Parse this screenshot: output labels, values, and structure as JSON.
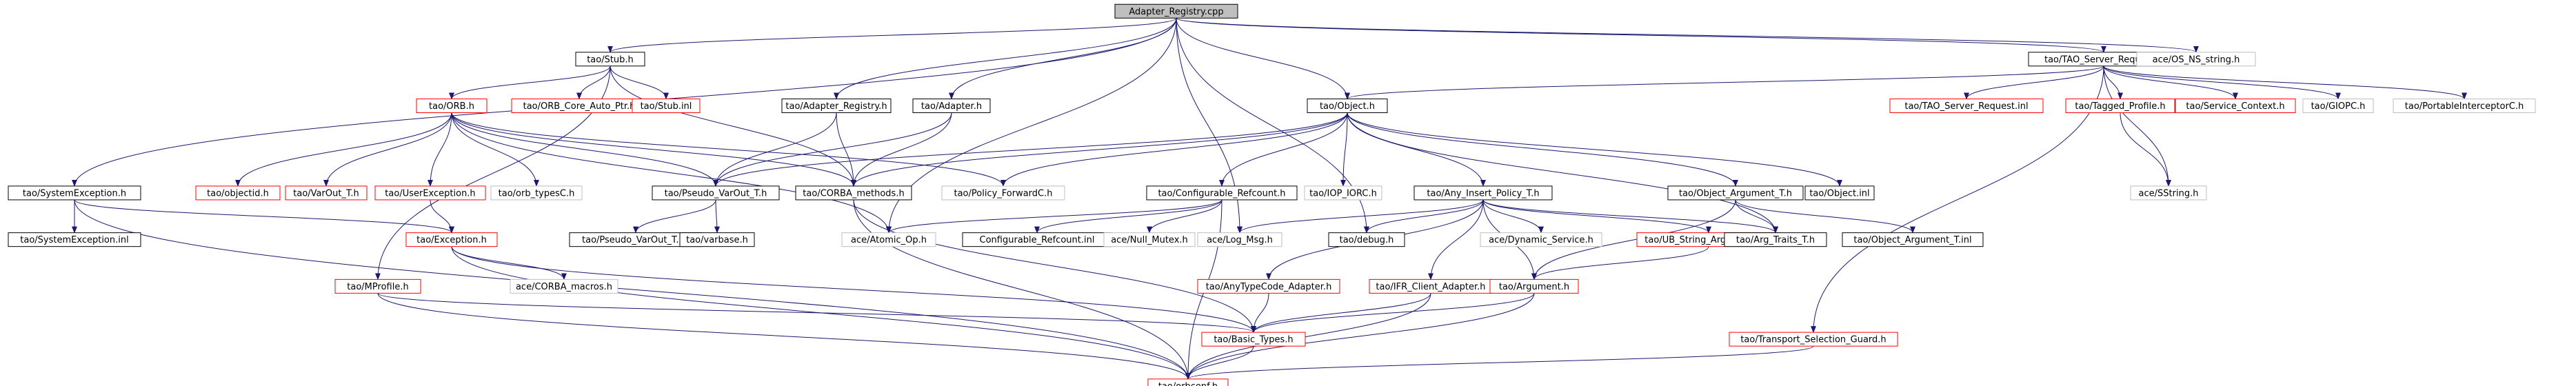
{
  "palette": {
    "edge": "#191970",
    "box_red": "#ff0000",
    "box_black": "#000000",
    "box_gray": "#bfbfbf",
    "root_fill": "#bfbfbf",
    "text": "#000000"
  },
  "nodes": [
    {
      "id": "root",
      "label": "Adapter_Registry.cpp",
      "style": "root"
    },
    {
      "id": "stub",
      "label": "tao/Stub.h",
      "style": "black"
    },
    {
      "id": "tsr",
      "label": "tao/TAO_Server_Request.h",
      "style": "black"
    },
    {
      "id": "osns",
      "label": "ace/OS_NS_string.h",
      "style": "gray"
    },
    {
      "id": "orbh",
      "label": "tao/ORB.h",
      "style": "red"
    },
    {
      "id": "orbcore",
      "label": "tao/ORB_Core_Auto_Ptr.h",
      "style": "red"
    },
    {
      "id": "stubinl",
      "label": "tao/Stub.inl",
      "style": "red"
    },
    {
      "id": "adreg",
      "label": "tao/Adapter_Registry.h",
      "style": "black"
    },
    {
      "id": "adapter",
      "label": "tao/Adapter.h",
      "style": "black"
    },
    {
      "id": "objh",
      "label": "tao/Object.h",
      "style": "black"
    },
    {
      "id": "tsrinl",
      "label": "tao/TAO_Server_Request.inl",
      "style": "red"
    },
    {
      "id": "tagged",
      "label": "tao/Tagged_Profile.h",
      "style": "red"
    },
    {
      "id": "svcctx",
      "label": "tao/Service_Context.h",
      "style": "red"
    },
    {
      "id": "giopc",
      "label": "tao/GIOPC.h",
      "style": "gray"
    },
    {
      "id": "pic",
      "label": "tao/PortableInterceptorC.h",
      "style": "gray"
    },
    {
      "id": "sysexc",
      "label": "tao/SystemException.h",
      "style": "black"
    },
    {
      "id": "objid",
      "label": "tao/objectid.h",
      "style": "red"
    },
    {
      "id": "varout",
      "label": "tao/VarOut_T.h",
      "style": "red"
    },
    {
      "id": "userexc",
      "label": "tao/UserException.h",
      "style": "red"
    },
    {
      "id": "orbtypes",
      "label": "tao/orb_typesC.h",
      "style": "gray"
    },
    {
      "id": "pseudo",
      "label": "tao/Pseudo_VarOut_T.h",
      "style": "black"
    },
    {
      "id": "corbameth",
      "label": "tao/CORBA_methods.h",
      "style": "black"
    },
    {
      "id": "polfwd",
      "label": "tao/Policy_ForwardC.h",
      "style": "gray"
    },
    {
      "id": "confref",
      "label": "tao/Configurable_Refcount.h",
      "style": "black"
    },
    {
      "id": "iopior",
      "label": "tao/IOP_IORC.h",
      "style": "gray"
    },
    {
      "id": "anyins",
      "label": "tao/Any_Insert_Policy_T.h",
      "style": "black"
    },
    {
      "id": "objarg",
      "label": "tao/Object_Argument_T.h",
      "style": "black"
    },
    {
      "id": "objinl",
      "label": "tao/Object.inl",
      "style": "black"
    },
    {
      "id": "sstring",
      "label": "ace/SString.h",
      "style": "gray"
    },
    {
      "id": "sysexcinl",
      "label": "tao/SystemException.inl",
      "style": "black"
    },
    {
      "id": "exch",
      "label": "tao/Exception.h",
      "style": "red"
    },
    {
      "id": "pseudoinl",
      "label": "tao/Pseudo_VarOut_T.inl",
      "style": "black"
    },
    {
      "id": "varbase",
      "label": "tao/varbase.h",
      "style": "black"
    },
    {
      "id": "atomic",
      "label": "ace/Atomic_Op.h",
      "style": "gray"
    },
    {
      "id": "confrefinl",
      "label": "Configurable_Refcount.inl",
      "style": "black"
    },
    {
      "id": "nullmutex",
      "label": "ace/Null_Mutex.h",
      "style": "gray"
    },
    {
      "id": "logmsg",
      "label": "ace/Log_Msg.h",
      "style": "gray"
    },
    {
      "id": "debug",
      "label": "tao/debug.h",
      "style": "black"
    },
    {
      "id": "dynsvc",
      "label": "ace/Dynamic_Service.h",
      "style": "gray"
    },
    {
      "id": "ubstr",
      "label": "tao/UB_String_Argument_T.h",
      "style": "red"
    },
    {
      "id": "argtraits",
      "label": "tao/Arg_Traits_T.h",
      "style": "black"
    },
    {
      "id": "objarginl",
      "label": "tao/Object_Argument_T.inl",
      "style": "black"
    },
    {
      "id": "corbamacros",
      "label": "ace/CORBA_macros.h",
      "style": "gray"
    },
    {
      "id": "mprofile",
      "label": "tao/MProfile.h",
      "style": "red"
    },
    {
      "id": "anytc",
      "label": "tao/AnyTypeCode_Adapter.h",
      "style": "red"
    },
    {
      "id": "ifrclient",
      "label": "tao/IFR_Client_Adapter.h",
      "style": "red"
    },
    {
      "id": "argument",
      "label": "tao/Argument.h",
      "style": "red"
    },
    {
      "id": "basictypes",
      "label": "tao/Basic_Types.h",
      "style": "red"
    },
    {
      "id": "tsg",
      "label": "tao/Transport_Selection_Guard.h",
      "style": "red"
    },
    {
      "id": "orbconf",
      "label": "tao/orbconf.h",
      "style": "red"
    }
  ],
  "edges": [
    [
      "root",
      "stub"
    ],
    [
      "root",
      "tsr"
    ],
    [
      "root",
      "osns"
    ],
    [
      "root",
      "sysexc"
    ],
    [
      "root",
      "adreg"
    ],
    [
      "root",
      "adapter"
    ],
    [
      "root",
      "objh"
    ],
    [
      "root",
      "debug"
    ],
    [
      "root",
      "logmsg"
    ],
    [
      "root",
      "atomic"
    ],
    [
      "stub",
      "orbh"
    ],
    [
      "stub",
      "orbcore"
    ],
    [
      "stub",
      "stubinl"
    ],
    [
      "stub",
      "mprofile"
    ],
    [
      "stub",
      "corbameth"
    ],
    [
      "tsr",
      "objh"
    ],
    [
      "tsr",
      "tsrinl"
    ],
    [
      "tsr",
      "tagged"
    ],
    [
      "tsr",
      "svcctx"
    ],
    [
      "tsr",
      "giopc"
    ],
    [
      "tsr",
      "pic"
    ],
    [
      "tsr",
      "sstring"
    ],
    [
      "tsr",
      "tsg"
    ],
    [
      "tagged",
      "sstring"
    ],
    [
      "orbh",
      "objid"
    ],
    [
      "orbh",
      "varout"
    ],
    [
      "orbh",
      "userexc"
    ],
    [
      "orbh",
      "orbtypes"
    ],
    [
      "orbh",
      "pseudo"
    ],
    [
      "orbh",
      "corbameth"
    ],
    [
      "orbh",
      "polfwd"
    ],
    [
      "orbh",
      "atomic"
    ],
    [
      "adreg",
      "pseudo"
    ],
    [
      "adreg",
      "corbameth"
    ],
    [
      "adapter",
      "pseudo"
    ],
    [
      "adapter",
      "corbameth"
    ],
    [
      "objh",
      "pseudo"
    ],
    [
      "objh",
      "corbameth"
    ],
    [
      "objh",
      "polfwd"
    ],
    [
      "objh",
      "confref"
    ],
    [
      "objh",
      "iopior"
    ],
    [
      "objh",
      "anyins"
    ],
    [
      "objh",
      "objarg"
    ],
    [
      "objh",
      "objinl"
    ],
    [
      "objh",
      "argtraits"
    ],
    [
      "sysexc",
      "sysexcinl"
    ],
    [
      "sysexc",
      "exch"
    ],
    [
      "sysexc",
      "orbconf"
    ],
    [
      "userexc",
      "exch"
    ],
    [
      "pseudo",
      "pseudoinl"
    ],
    [
      "pseudo",
      "varbase"
    ],
    [
      "corbameth",
      "basictypes"
    ],
    [
      "corbameth",
      "orbconf"
    ],
    [
      "confref",
      "atomic"
    ],
    [
      "confref",
      "confrefinl"
    ],
    [
      "confref",
      "nullmutex"
    ],
    [
      "confref",
      "orbconf"
    ],
    [
      "anyins",
      "logmsg"
    ],
    [
      "anyins",
      "debug"
    ],
    [
      "anyins",
      "dynsvc"
    ],
    [
      "anyins",
      "ubstr"
    ],
    [
      "anyins",
      "argtraits"
    ],
    [
      "anyins",
      "anytc"
    ],
    [
      "anyins",
      "ifrclient"
    ],
    [
      "anyins",
      "argument"
    ],
    [
      "objarg",
      "argtraits"
    ],
    [
      "objarg",
      "objarginl"
    ],
    [
      "objarg",
      "argument"
    ],
    [
      "ubstr",
      "argument"
    ],
    [
      "exch",
      "corbamacros"
    ],
    [
      "exch",
      "basictypes"
    ],
    [
      "exch",
      "orbconf"
    ],
    [
      "mprofile",
      "basictypes"
    ],
    [
      "mprofile",
      "orbconf"
    ],
    [
      "anytc",
      "basictypes"
    ],
    [
      "ifrclient",
      "basictypes"
    ],
    [
      "ifrclient",
      "orbconf"
    ],
    [
      "argument",
      "basictypes"
    ],
    [
      "argument",
      "orbconf"
    ],
    [
      "basictypes",
      "orbconf"
    ],
    [
      "tsg",
      "orbconf"
    ]
  ]
}
